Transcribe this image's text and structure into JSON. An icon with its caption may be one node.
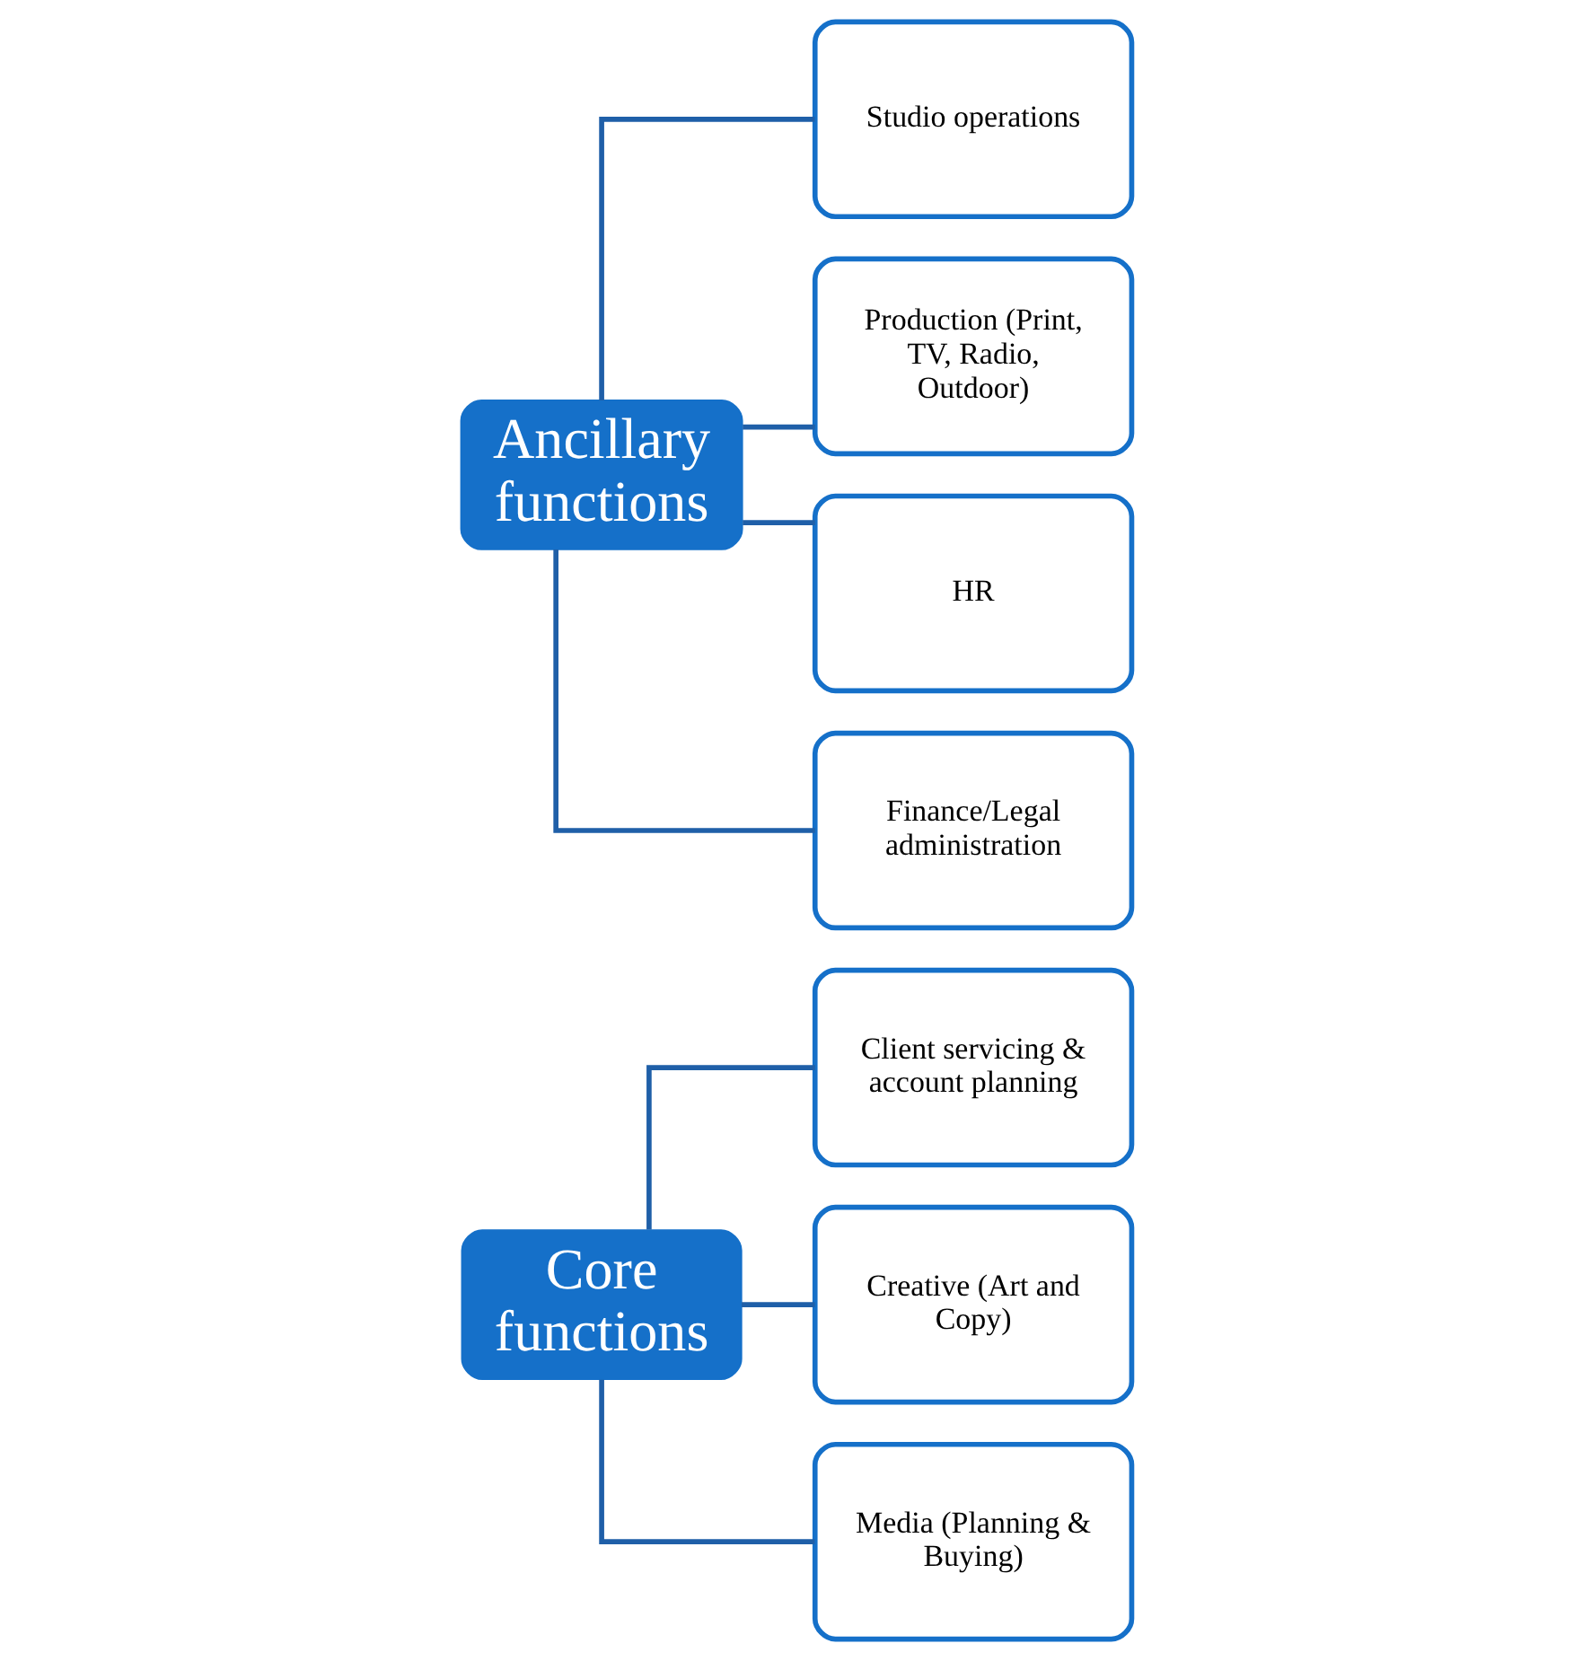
{
  "diagram": {
    "nodes": [
      {
        "text": [
          "Core functions"
        ]
      },
      {
        "text": [
          "Client servicing & account planning"
        ]
      },
      {
        "text": [
          "Creative (Art and Copy)"
        ]
      },
      {
        "text": [
          "Media (Planning & Buying)"
        ]
      },
      {
        "text": [
          "Ancillary functions"
        ]
      },
      {
        "text": [
          "Studio operations"
        ]
      },
      {
        "text": [
          "Production (Print, TV, Radio, Outdoor)"
        ]
      },
      {
        "text": [
          "HR"
        ]
      },
      {
        "text": [
          "Finance/Legal administration"
        ]
      }
    ],
    "edges": [
      {
        "from": 0,
        "to": 1,
        "arrow": "none"
      },
      {
        "from": 0,
        "to": 2,
        "arrow": "none"
      },
      {
        "from": 0,
        "to": 3,
        "arrow": "none"
      },
      {
        "from": 4,
        "to": 5,
        "arrow": "none"
      },
      {
        "from": 4,
        "to": 6,
        "arrow": "none"
      },
      {
        "from": 4,
        "to": 7,
        "arrow": "none"
      },
      {
        "from": 4,
        "to": 8,
        "arrow": "none"
      }
    ]
  }
}
